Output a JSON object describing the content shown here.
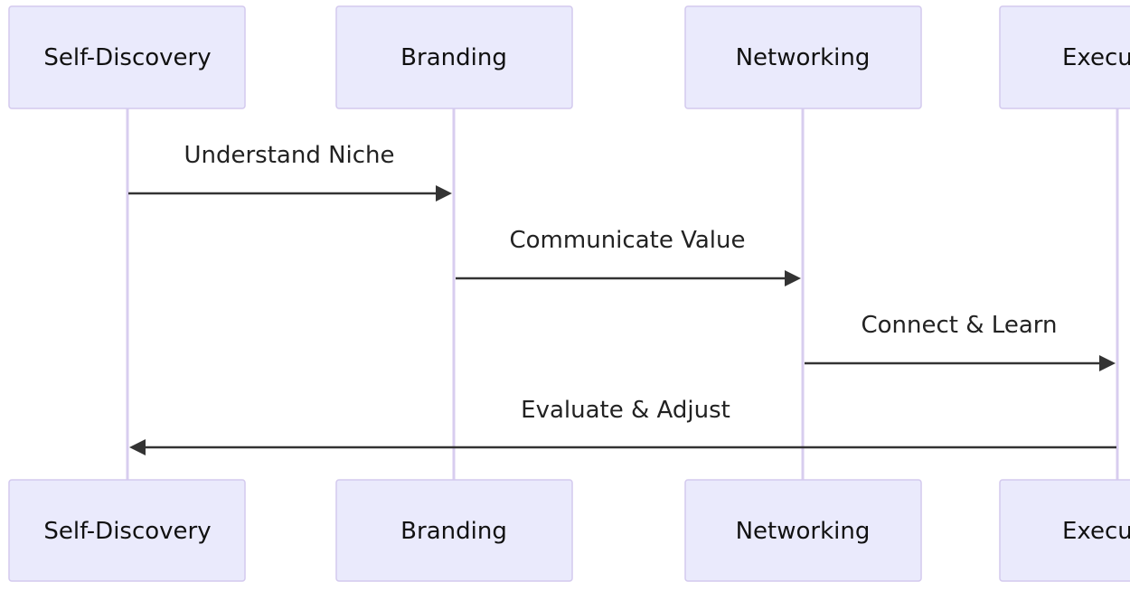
{
  "participants": [
    {
      "id": "self_discovery",
      "label": "Self-Discovery"
    },
    {
      "id": "branding",
      "label": "Branding"
    },
    {
      "id": "networking",
      "label": "Networking"
    },
    {
      "id": "execution",
      "label": "Execu"
    }
  ],
  "messages": [
    {
      "from": "self_discovery",
      "to": "branding",
      "label": "Understand Niche"
    },
    {
      "from": "branding",
      "to": "networking",
      "label": "Communicate Value"
    },
    {
      "from": "networking",
      "to": "execution",
      "label": "Connect & Learn"
    },
    {
      "from": "execution",
      "to": "self_discovery",
      "label": "Evaluate & Adjust"
    }
  ],
  "colors": {
    "actor_fill": "#eaeafc",
    "actor_border": "#d3c9ee",
    "lifeline": "#d8cdef",
    "arrow": "#333333",
    "text": "#111111"
  }
}
